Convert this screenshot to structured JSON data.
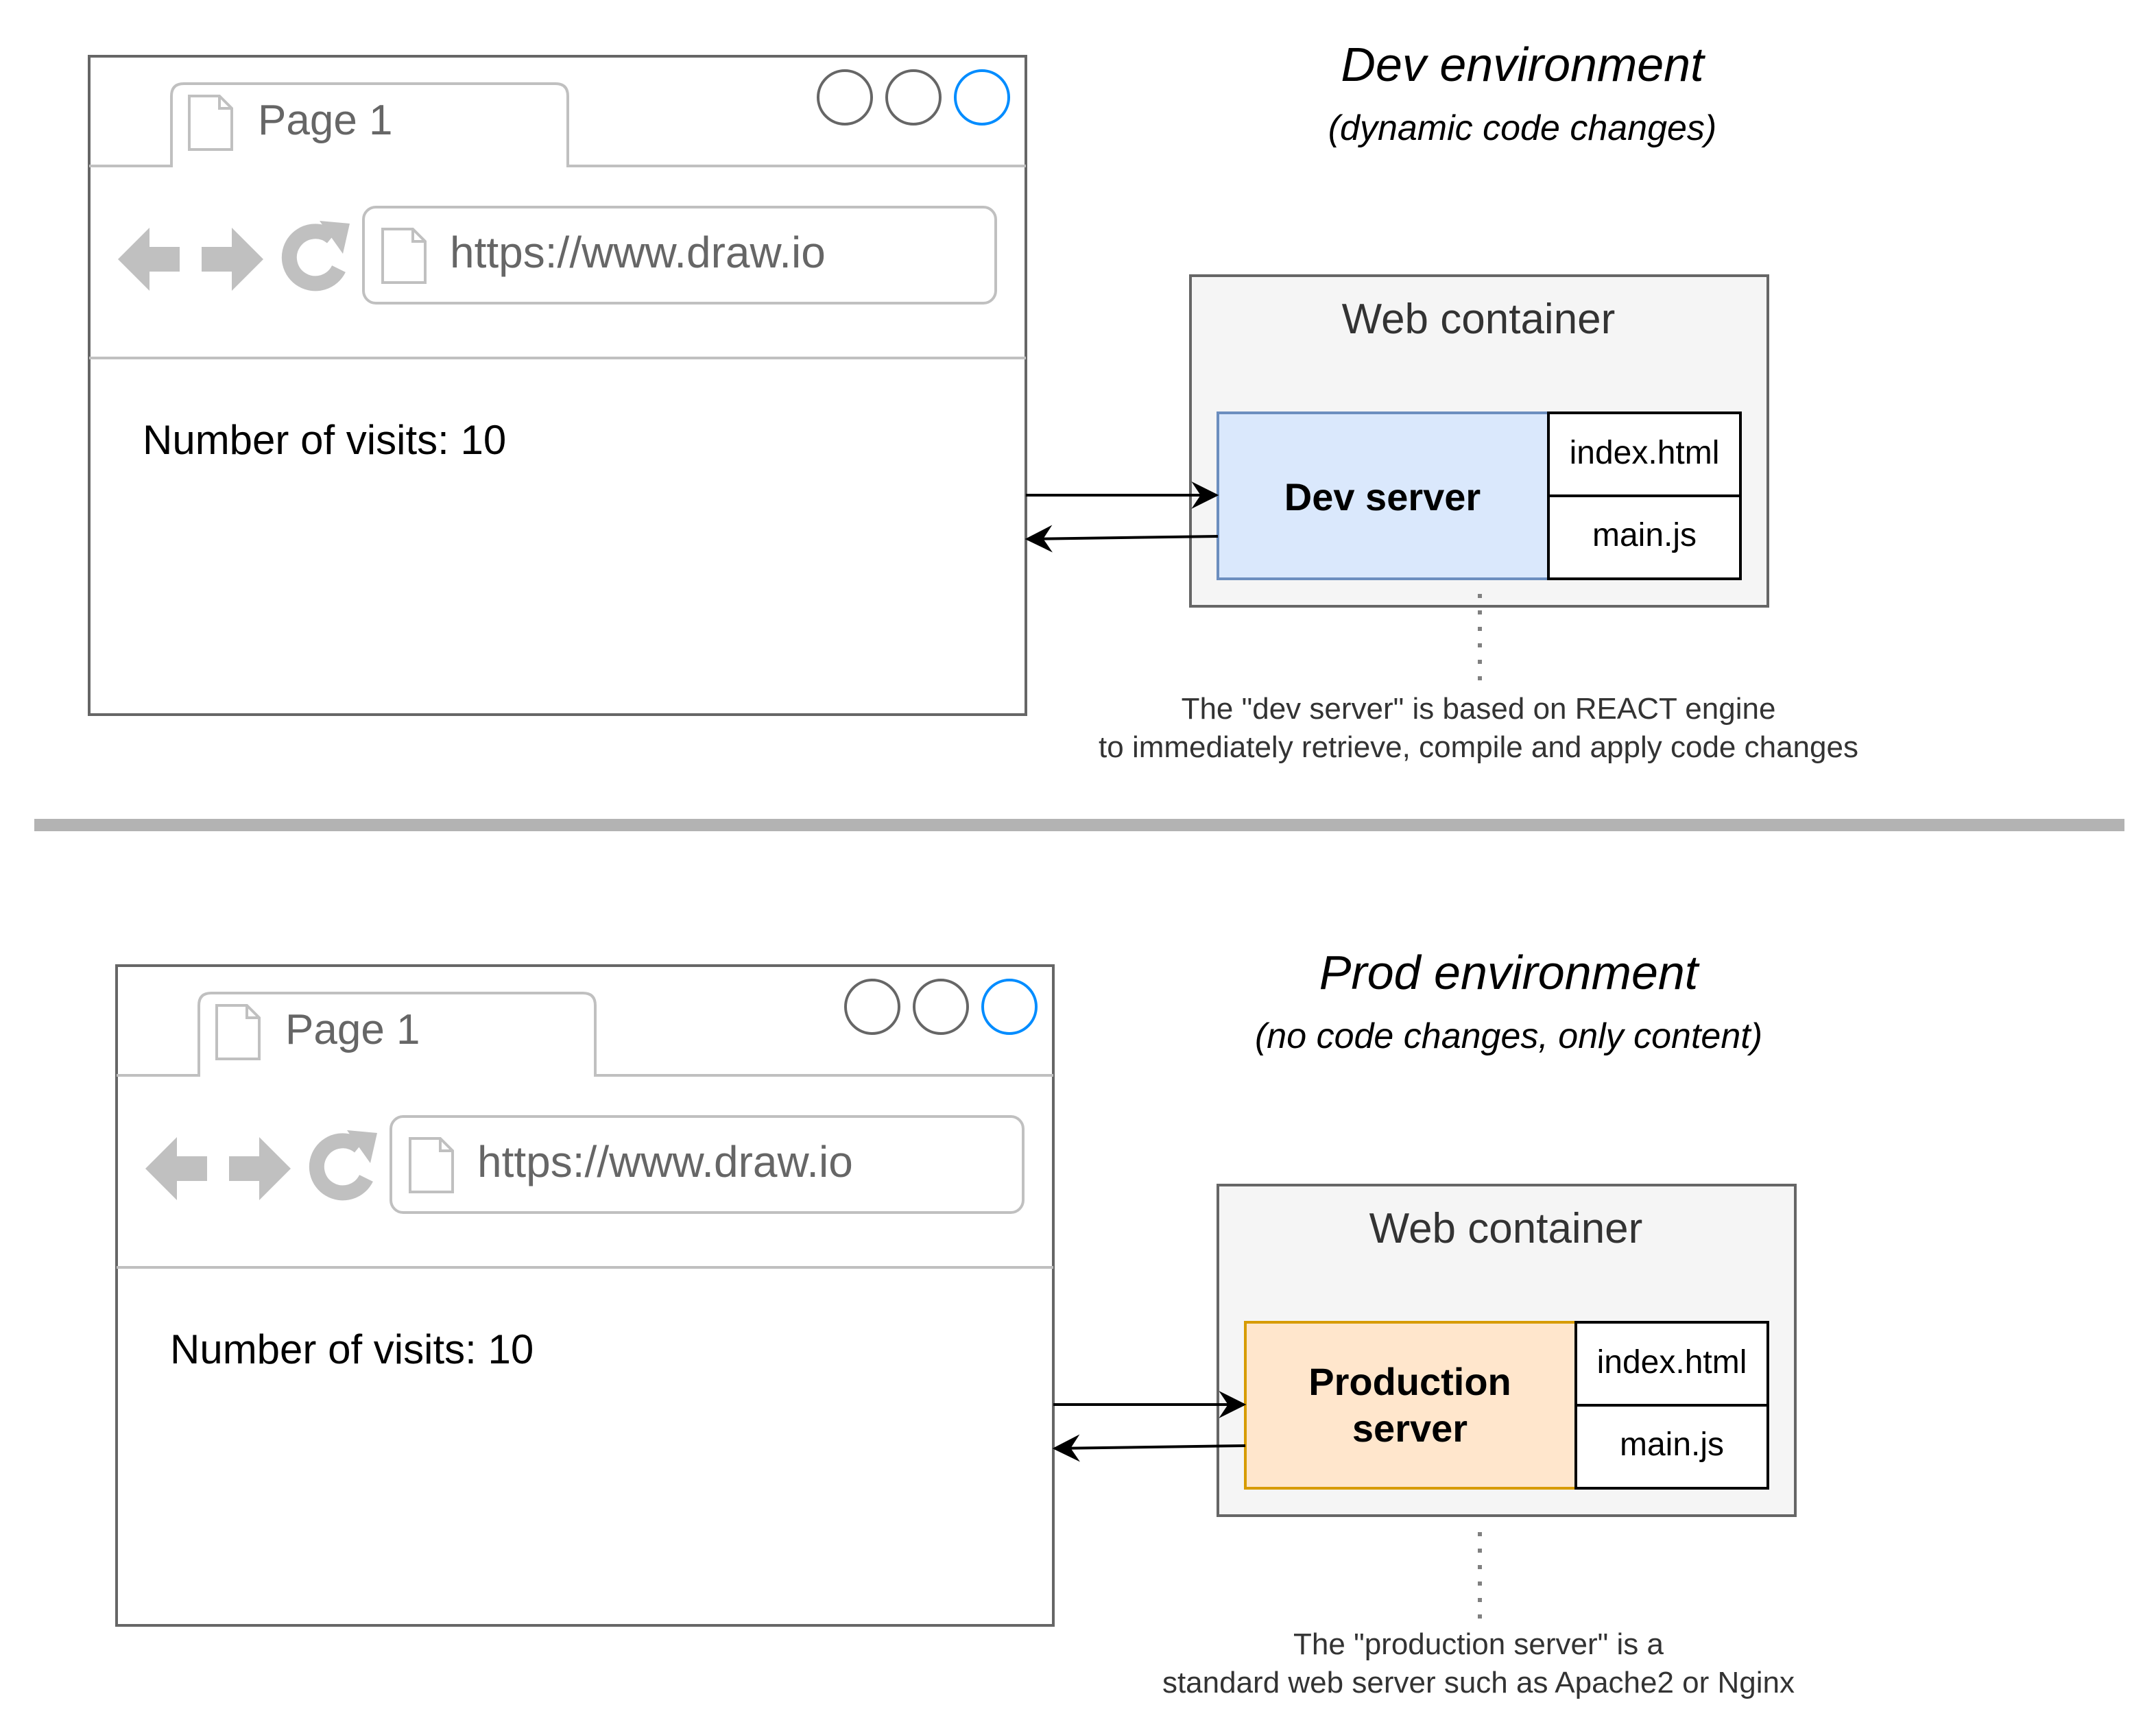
{
  "dev": {
    "heading": "Dev environment",
    "subheading": "(dynamic code changes)",
    "browser": {
      "tab_label": "Page 1",
      "url": "https://www.draw.io",
      "content": "Number of visits: 10"
    },
    "container": {
      "title": "Web container",
      "server_label": "Dev server",
      "files": [
        "index.html",
        "main.js"
      ]
    },
    "note": [
      "The \"dev server\" is based on REACT engine",
      "to immediately retrieve, compile and apply code changes"
    ]
  },
  "prod": {
    "heading": "Prod environment",
    "subheading": "(no code changes, only content)",
    "browser": {
      "tab_label": "Page 1",
      "url": "https://www.draw.io",
      "content": "Number of visits: 10"
    },
    "container": {
      "title": "Web container",
      "server_label": [
        "Production",
        "server"
      ],
      "files": [
        "index.html",
        "main.js"
      ]
    },
    "note": [
      "The \"production server\" is a",
      "standard web server such as Apache2 or Nginx"
    ]
  },
  "colors": {
    "dev_server_fill": "#dae8fc",
    "dev_server_stroke": "#6c8ebf",
    "prod_server_fill": "#ffe6cc",
    "prod_server_stroke": "#d79b00",
    "container_fill": "#f5f5f5",
    "container_stroke": "#666666",
    "browser_chrome": "#c0c0c0",
    "window_button_active": "#008cff",
    "separator": "#b3b3b3"
  }
}
